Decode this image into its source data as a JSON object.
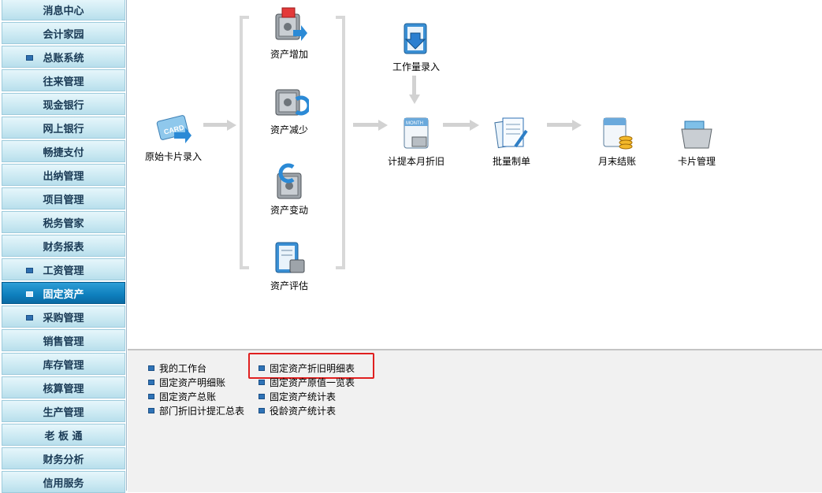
{
  "sidebar": {
    "items": [
      {
        "label": "消息中心",
        "bullet": false,
        "active": false
      },
      {
        "label": "会计家园",
        "bullet": false,
        "active": false
      },
      {
        "label": "总账系统",
        "bullet": true,
        "active": false
      },
      {
        "label": "往来管理",
        "bullet": false,
        "active": false
      },
      {
        "label": "现金银行",
        "bullet": false,
        "active": false
      },
      {
        "label": "网上银行",
        "bullet": false,
        "active": false
      },
      {
        "label": "畅捷支付",
        "bullet": false,
        "active": false
      },
      {
        "label": "出纳管理",
        "bullet": false,
        "active": false
      },
      {
        "label": "项目管理",
        "bullet": false,
        "active": false
      },
      {
        "label": "税务管家",
        "bullet": false,
        "active": false
      },
      {
        "label": "财务报表",
        "bullet": false,
        "active": false
      },
      {
        "label": "工资管理",
        "bullet": true,
        "active": false
      },
      {
        "label": "固定资产",
        "bullet": true,
        "active": true
      },
      {
        "label": "采购管理",
        "bullet": true,
        "active": false
      },
      {
        "label": "销售管理",
        "bullet": false,
        "active": false
      },
      {
        "label": "库存管理",
        "bullet": false,
        "active": false
      },
      {
        "label": "核算管理",
        "bullet": false,
        "active": false
      },
      {
        "label": "生产管理",
        "bullet": false,
        "active": false
      },
      {
        "label": "老 板 通",
        "bullet": false,
        "active": false
      },
      {
        "label": "财务分析",
        "bullet": false,
        "active": false
      },
      {
        "label": "信用服务",
        "bullet": false,
        "active": false
      }
    ]
  },
  "flow": {
    "card_entry": "原始卡片录入",
    "asset_add": "资产增加",
    "asset_reduce": "资产减少",
    "asset_change": "资产变动",
    "asset_evaluate": "资产评估",
    "workload_entry": "工作量录入",
    "monthly_depreciation": "计提本月折旧",
    "batch_voucher": "批量制单",
    "month_end": "月末结账",
    "card_management": "卡片管理",
    "card_icon_text": "CARD",
    "month_icon_text": "MONTH"
  },
  "reports": {
    "col1": [
      "我的工作台",
      "固定资产明细账",
      "固定资产总账",
      "部门折旧计提汇总表"
    ],
    "col2": [
      "固定资产折旧明细表",
      "固定资产原值一览表",
      "固定资产统计表",
      "役龄资产统计表"
    ]
  },
  "colors": {
    "sidebar_active": "#0e7fbd",
    "highlight_border": "#e02020",
    "bullet": "#2f73b7"
  }
}
